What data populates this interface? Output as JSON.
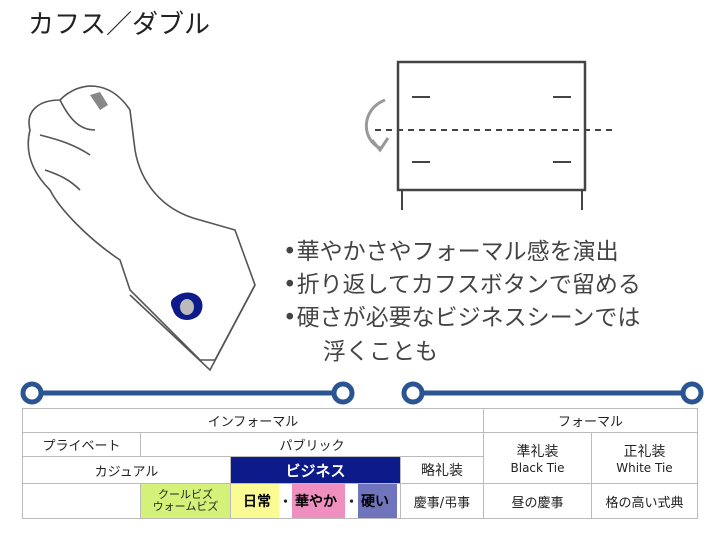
{
  "title": "カフス／ダブル",
  "bullets": [
    "•華やかさやフォーマル感を演出",
    "•折り返してカフスボタンで留める",
    "•硬さが必要なビジネスシーンでは",
    "浮くことも"
  ],
  "table": {
    "informal": "インフォーマル",
    "formal": "フォーマル",
    "private": "プライベート",
    "public": "パブリック",
    "casual": "カジュアル",
    "business": "ビジネス",
    "semi_casual": "略礼装",
    "semi_formal": "準礼装",
    "semi_formal_en": "Black Tie",
    "full_formal": "正礼装",
    "full_formal_en": "White Tie",
    "coolbiz": "クールビズ",
    "warmbiz": "ウォームビズ",
    "daily": "日常",
    "dot": "・",
    "gorgeous": "華やか",
    "stiff": "硬い",
    "ceremony": "慶事/弔事",
    "day_ceremony": "昼の慶事",
    "high_ceremony": "格の高い式典"
  },
  "colors": {
    "accent": "#2a5592",
    "business": "#0d1a8a",
    "yellow": "#fbfb94",
    "pink": "#ef8fbf",
    "purple": "#6f74bd",
    "green": "#d4f27a"
  }
}
